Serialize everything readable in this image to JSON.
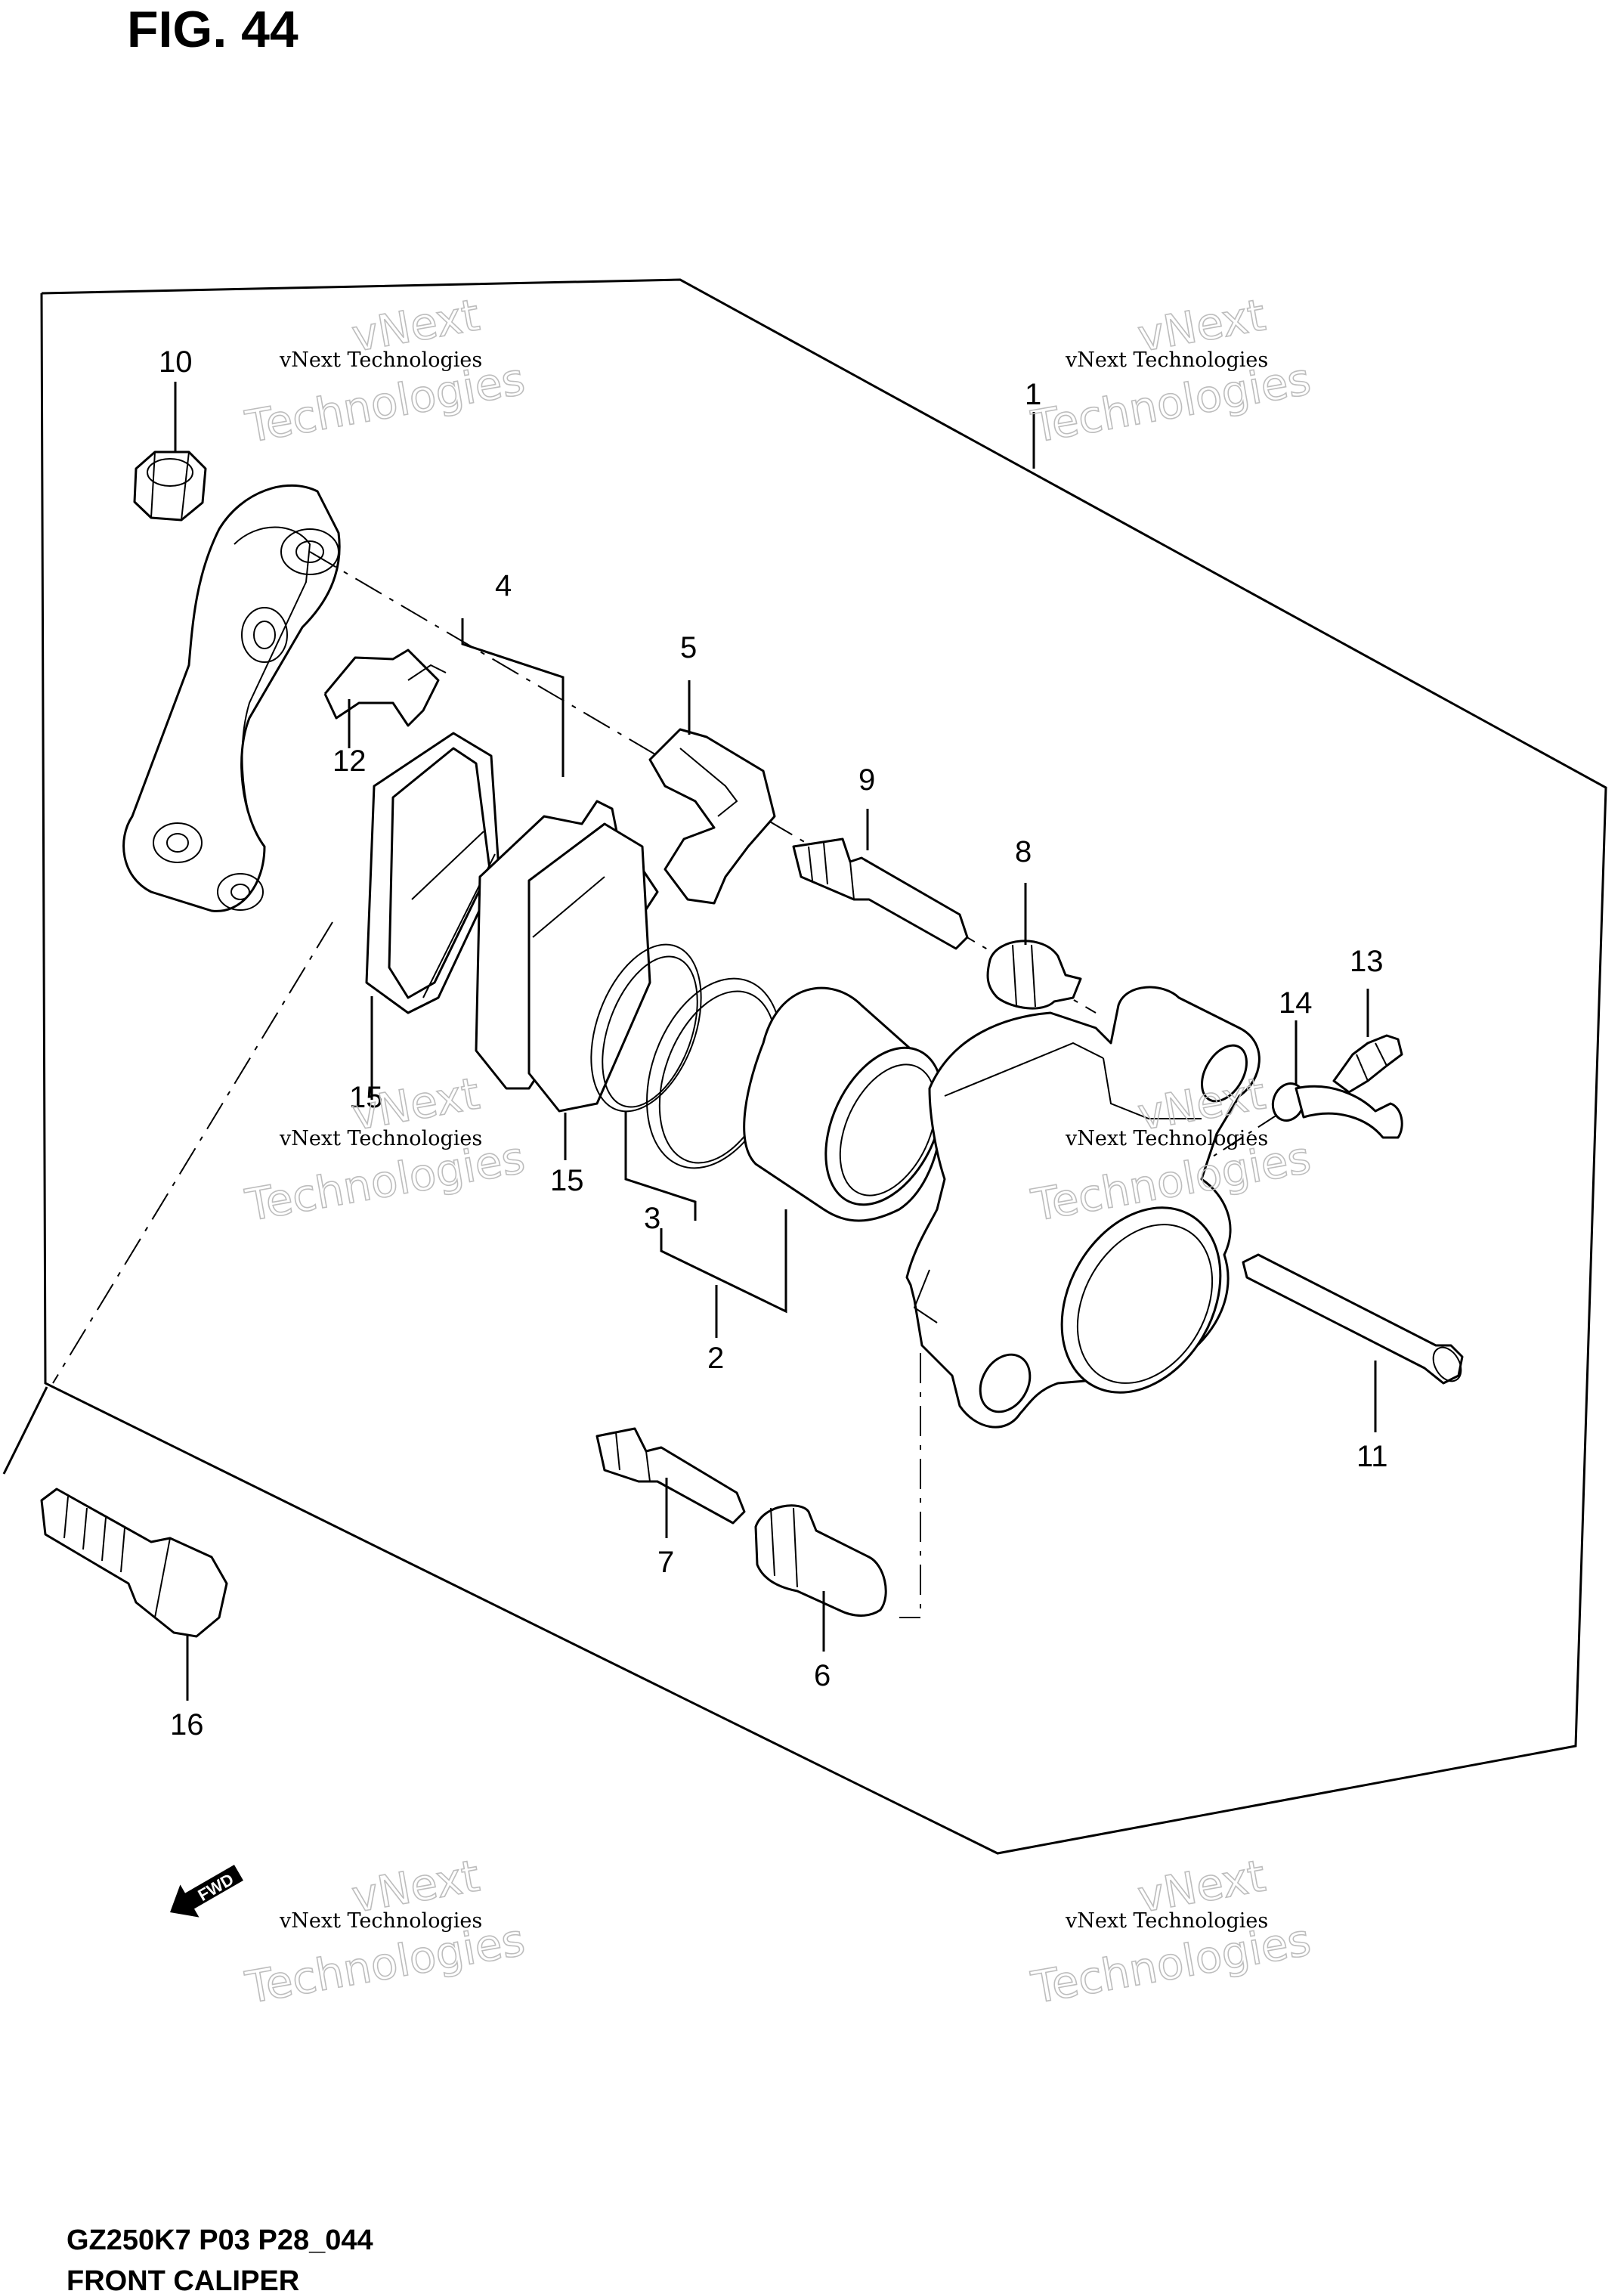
{
  "figure_title": "FIG. 44",
  "footer": {
    "model_code": "GZ250K7 P03 P28_044",
    "caption": "FRONT CALIPER"
  },
  "fwd_label": "FWD",
  "watermark": {
    "line1": "vNext",
    "line2": "vNext Technologies",
    "line3": "Technologies"
  },
  "callouts": [
    "1",
    "2",
    "3",
    "4",
    "5",
    "6",
    "7",
    "8",
    "9",
    "10",
    "11",
    "12",
    "13",
    "14",
    "15",
    "15",
    "16"
  ]
}
